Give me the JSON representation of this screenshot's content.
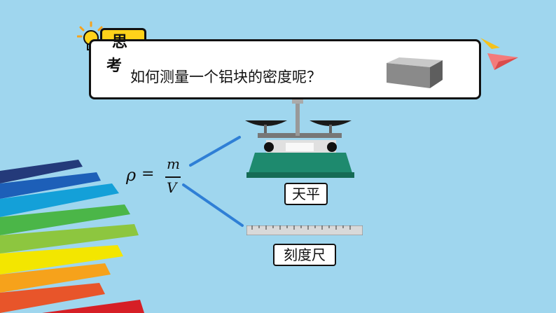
{
  "slide": {
    "think_label": [
      "思",
      "考"
    ],
    "question": "如何测量一个铝块的密度呢？",
    "formula": {
      "symbol": "ρ",
      "equals": "=",
      "numerator": "m",
      "denominator": "V"
    },
    "tools": [
      {
        "name": "天平"
      },
      {
        "name": "刻度尺"
      }
    ],
    "colors": {
      "background": "#9fd6ee",
      "tab_yellow": "#ffd21a",
      "connector_blue": "#2f7fd6",
      "balance_base_green": "#1e8a6e"
    },
    "icons": [
      "lightbulb-icon",
      "paper-plane-icon"
    ]
  }
}
